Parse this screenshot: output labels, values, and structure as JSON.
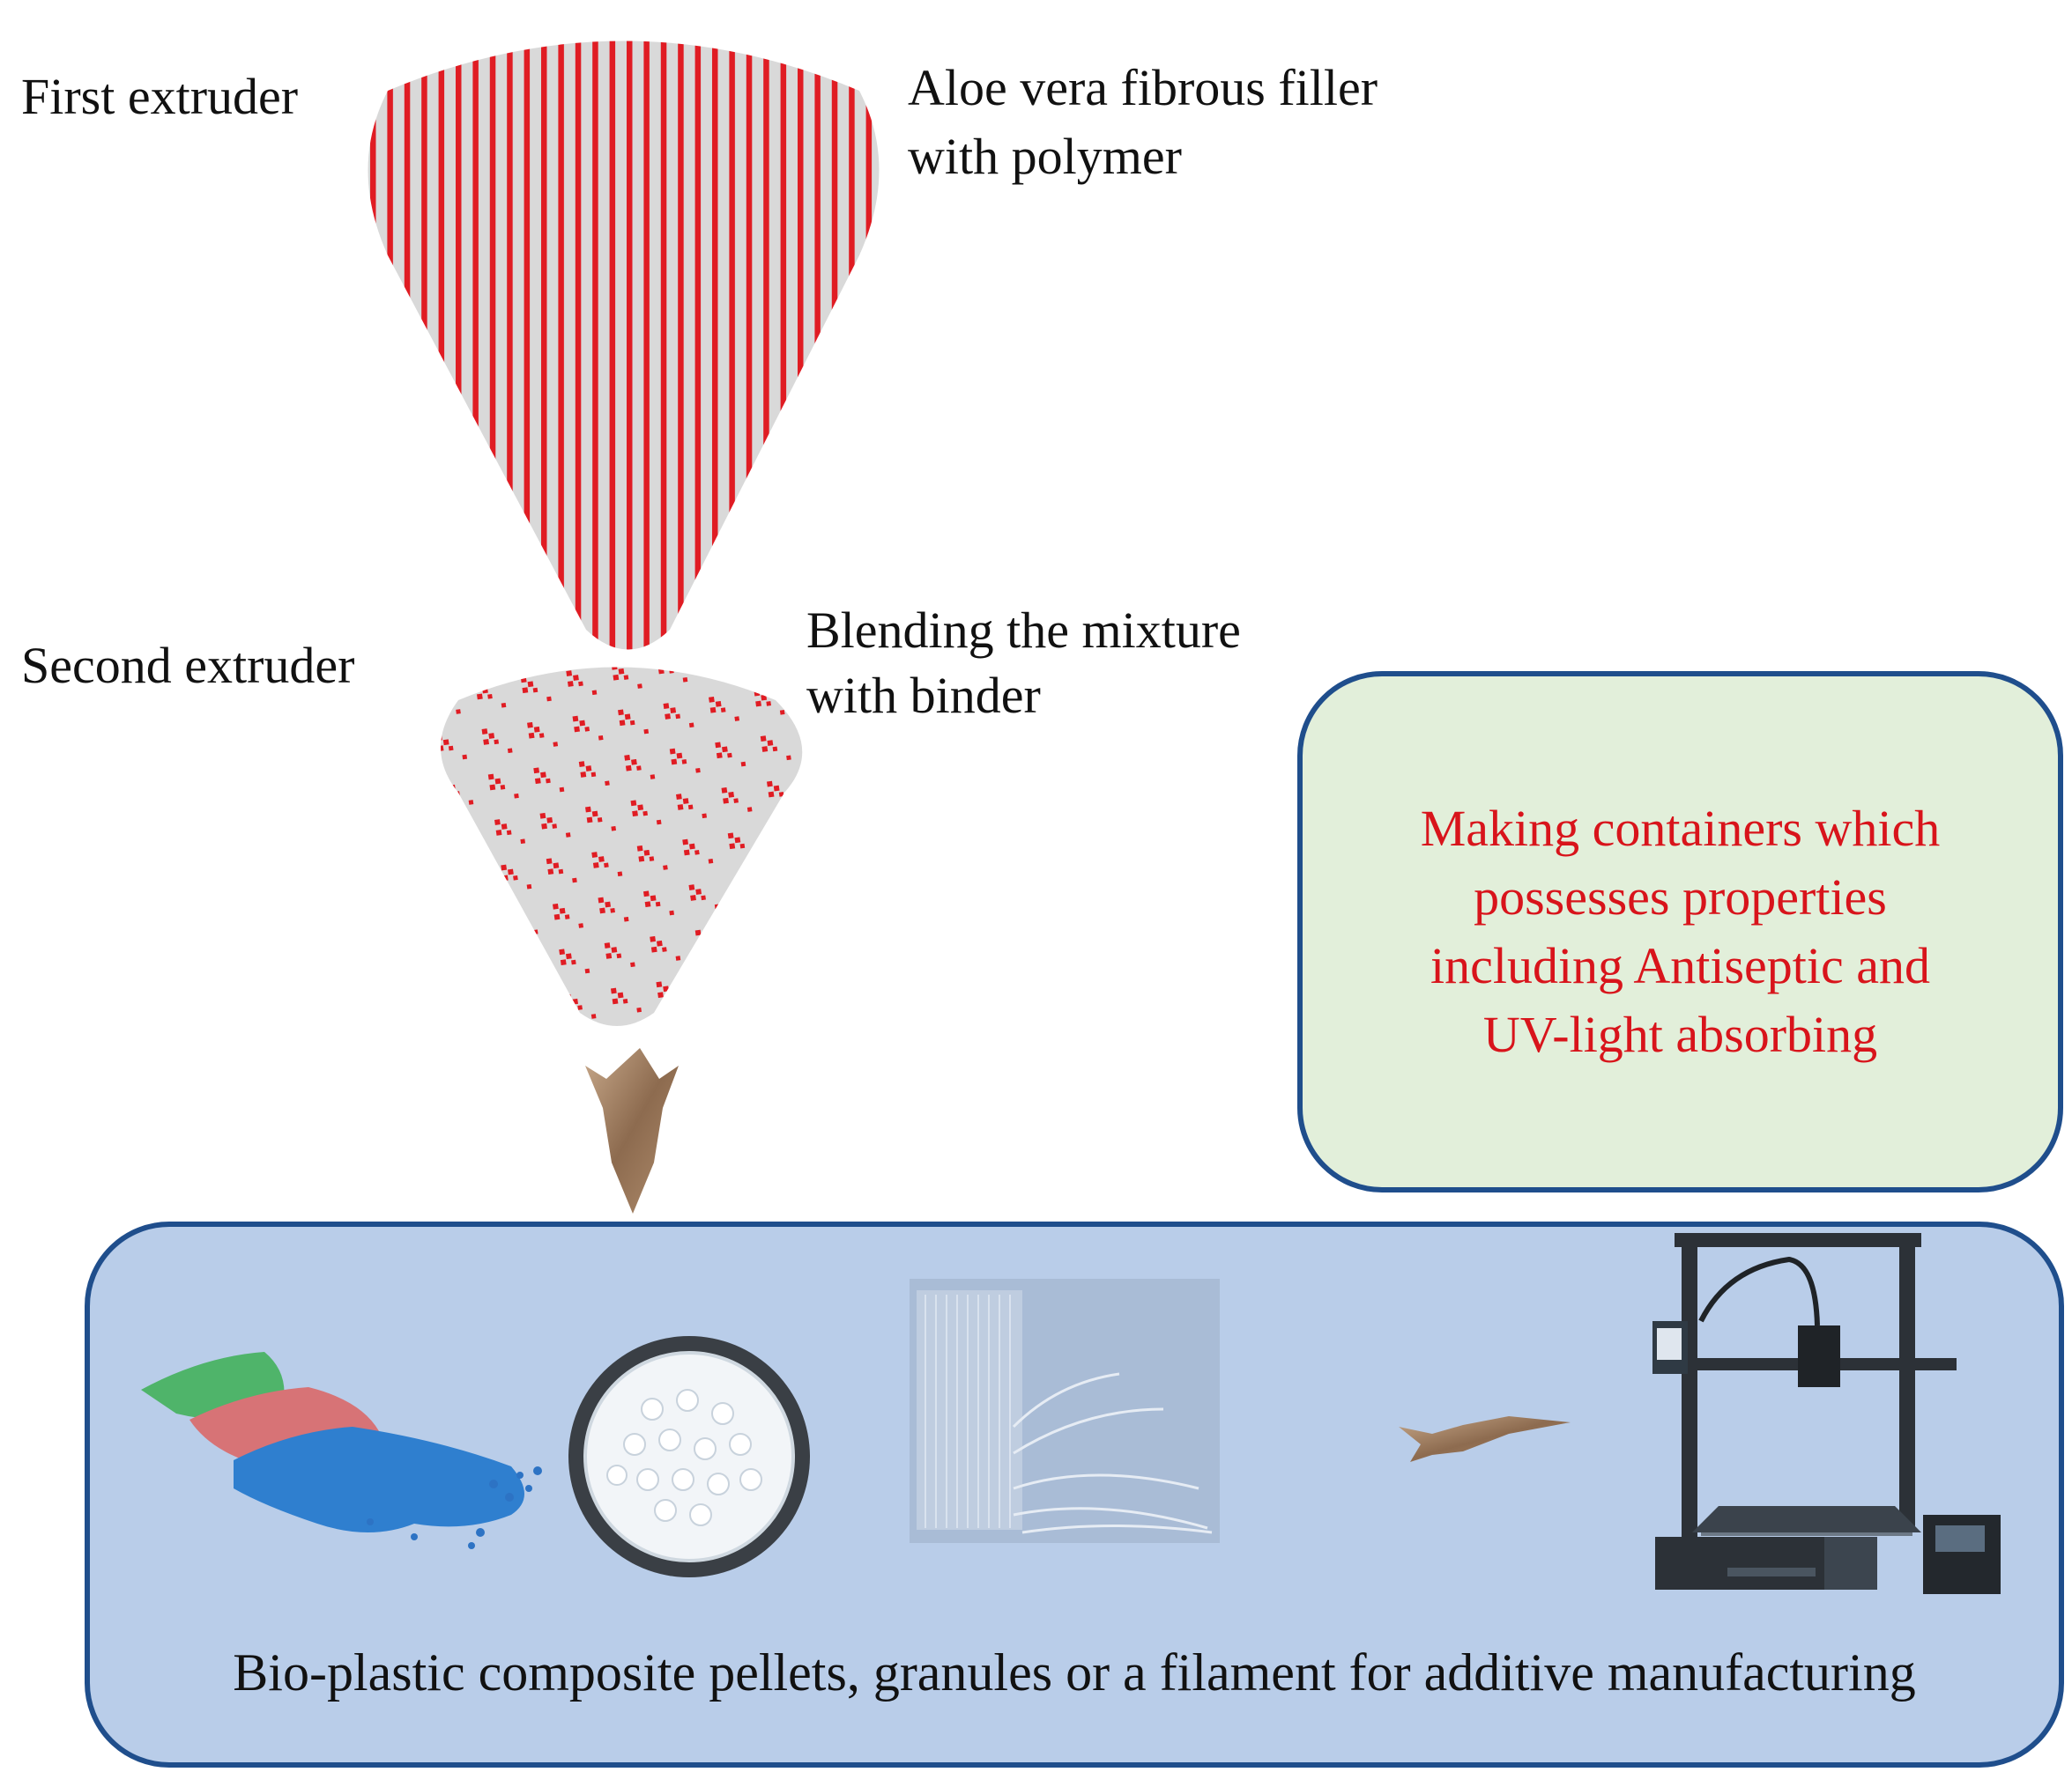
{
  "labels": {
    "first_extruder": "First extruder",
    "first_note_line1": "Aloe vera fibrous filler",
    "first_note_line2": "with polymer",
    "second_extruder": "Second extruder",
    "second_note_line1": "Blending  the  mixture",
    "second_note_line2": "with binder"
  },
  "result_box": {
    "text": "Making containers which\npossesses properties\nincluding Antiseptic and\nUV-light absorbing",
    "text_color": "#d8141b",
    "fill": "#e2efda"
  },
  "products_panel": {
    "caption": "Bio-plastic composite pellets, granules or a filament for additive manufacturing",
    "fill": "#b9cde9",
    "items": [
      "colored-pellets-image",
      "clear-granules-bowl-image",
      "filament-spool-image",
      "arrowhead-image",
      "3d-printer-image"
    ]
  },
  "colors": {
    "stripe_red": "#e01c23",
    "cone_gray": "#d9d9d9",
    "border_blue": "#1f4e8c",
    "arrowhead_brown": "#9a7a5c"
  }
}
